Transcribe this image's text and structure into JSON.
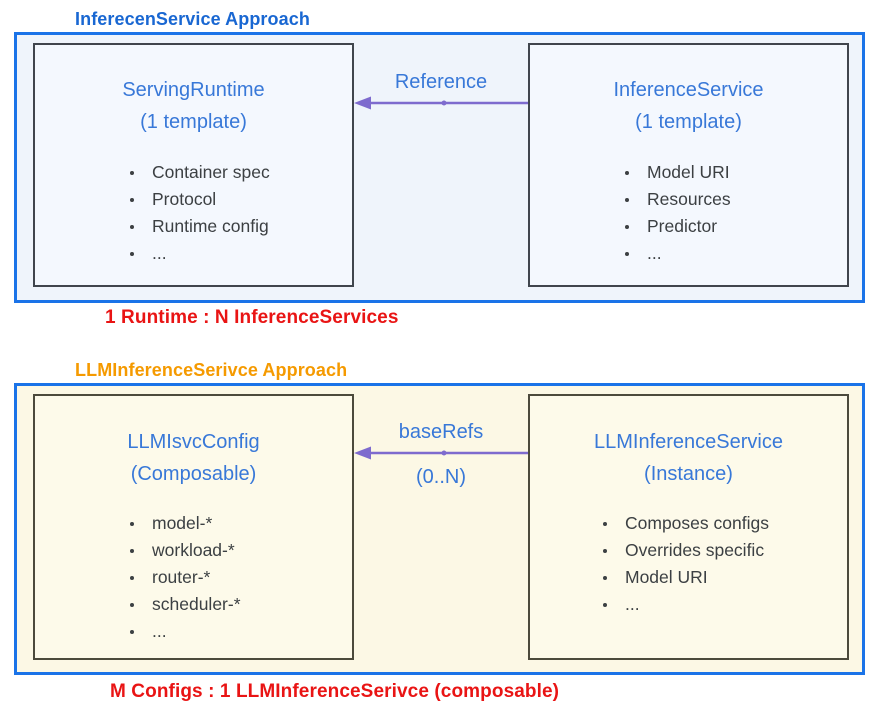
{
  "colors": {
    "blue_border": "#1a73e8",
    "title_blue": "#1967d2",
    "title_orange": "#f59a00",
    "heading_blue": "#3878d8",
    "bullet_text": "#3c4043",
    "red_caption": "#e91414",
    "arrow_purple": "#7e6bce",
    "top_outer_bg": "#eff4fb",
    "top_inner_bg": "#f4f8fe",
    "top_inner_border": "#40454d",
    "bottom_outer_bg": "#fcf8e5",
    "bottom_inner_bg": "#fdfaea",
    "bottom_inner_border": "#4c4a3c"
  },
  "sections": [
    {
      "title": "InferecenService Approach",
      "left_box": {
        "title": "ServingRuntime",
        "subtitle": "(1 template)",
        "items": [
          "Container spec",
          "Protocol",
          "Runtime config",
          "..."
        ]
      },
      "right_box": {
        "title": "InferenceService",
        "subtitle": "(1 template)",
        "items": [
          "Model URI",
          "Resources",
          "Predictor",
          "..."
        ]
      },
      "arrow": {
        "label": "Reference",
        "sublabel": ""
      },
      "caption": "1 Runtime : N InferenceServices"
    },
    {
      "title": "LLMInferenceSerivce Approach",
      "left_box": {
        "title": "LLMIsvcConfig",
        "subtitle": "(Composable)",
        "items": [
          "model-*",
          "workload-*",
          "router-*",
          "scheduler-*",
          "..."
        ]
      },
      "right_box": {
        "title": "LLMInferenceService",
        "subtitle": "(Instance)",
        "items": [
          "Composes configs",
          "Overrides specific",
          "Model URI",
          "..."
        ]
      },
      "arrow": {
        "label": "baseRefs",
        "sublabel": "(0..N)"
      },
      "caption": "M Configs : 1 LLMInferenceSerivce (composable)"
    }
  ]
}
